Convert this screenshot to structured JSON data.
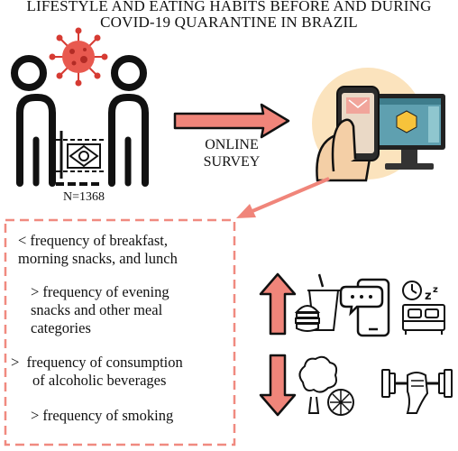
{
  "title": {
    "line1": "LIFESTYLE AND EATING HABITS BEFORE AND DURING",
    "line2": "COVID-19 QUARANTINE IN BRAZIL"
  },
  "sample_label": "N=1368",
  "survey_label": {
    "line1": "ONLINE",
    "line2": "SURVEY"
  },
  "findings": [
    {
      "line1": "< frequency of breakfast,",
      "line2": "morning snacks, and lunch"
    },
    {
      "line1": "> frequency of evening",
      "line2": "snacks and other meal",
      "line3": "categories"
    },
    {
      "line1": ">  frequency of consumption",
      "line2": "of alcoholic beverages"
    },
    {
      "line1": "> frequency of smoking"
    }
  ],
  "colors": {
    "accent_salmon": "#f0857a",
    "circle_bg": "#fbe3bd",
    "dashed_border": "#f08a80",
    "ink": "#111111"
  },
  "icons": [
    "virus-icon",
    "person-icon",
    "protective-screen-icon",
    "arrow-right-icon",
    "hand-phone-icon",
    "computer-monitor-icon",
    "arrow-up-icon",
    "arrow-down-icon",
    "fast-food-icon",
    "phone-chat-icon",
    "bed-sleep-icon",
    "vegetables-icon",
    "dumbbell-icon"
  ]
}
